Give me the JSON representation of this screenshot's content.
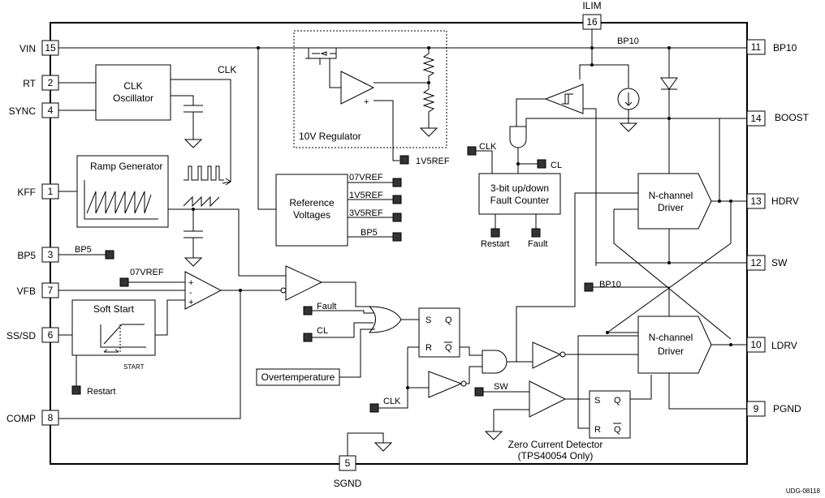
{
  "pins": {
    "vin": {
      "num": "15",
      "label": "VIN"
    },
    "rt": {
      "num": "2",
      "label": "RT"
    },
    "sync": {
      "num": "4",
      "label": "SYNC"
    },
    "kff": {
      "num": "1",
      "label": "KFF"
    },
    "bp5": {
      "num": "3",
      "label": "BP5"
    },
    "vfb": {
      "num": "7",
      "label": "VFB"
    },
    "ss_sd": {
      "num": "6",
      "label": "SS/SD"
    },
    "comp": {
      "num": "8",
      "label": "COMP"
    },
    "sgnd": {
      "num": "5",
      "label": "SGND"
    },
    "ilim": {
      "num": "16",
      "label": "ILIM"
    },
    "bp10": {
      "num": "11",
      "label": "BP10"
    },
    "boost": {
      "num": "14",
      "label": "BOOST"
    },
    "hdrv": {
      "num": "13",
      "label": "HDRV"
    },
    "sw": {
      "num": "12",
      "label": "SW"
    },
    "ldrv": {
      "num": "10",
      "label": "LDRV"
    },
    "pgnd": {
      "num": "9",
      "label": "PGND"
    }
  },
  "blocks": {
    "clk_osc": {
      "line1": "CLK",
      "line2": "Oscillator"
    },
    "ramp_gen": "Ramp Generator",
    "soft_start": "Soft Start",
    "start": "START",
    "regulator": "10V Regulator",
    "ref_volt": {
      "line1": "Reference",
      "line2": "Voltages"
    },
    "fault_counter": {
      "line1": "3-bit up/down",
      "line2": "Fault Counter"
    },
    "hs_driver": {
      "line1": "N-channel",
      "line2": "Driver"
    },
    "ls_driver": {
      "line1": "N-channel",
      "line2": "Driver"
    },
    "overtemp": "Overtemperature",
    "zcd": {
      "line1": "Zero Current Detector",
      "line2": "(TPS40054 Only)"
    }
  },
  "signals": {
    "clk_top": "CLK",
    "bp10_top": "BP10",
    "v07ref": "07VREF",
    "v1v5ref": "1V5REF",
    "v3v5ref": "3V5REF",
    "bp5_ref": "BP5",
    "v1v5ref_reg": "1V5REF",
    "clk_counter": "CLK",
    "cl_counter": "CL",
    "restart_counter": "Restart",
    "fault_counter_out": "Fault",
    "bp5_pin": "BP5",
    "v07ref_in": "07VREF",
    "fault_in": "Fault",
    "cl_in": "CL",
    "restart_ss": "Restart",
    "clk_bottom": "CLK",
    "sw_in": "SW",
    "bp10_ls": "BP10",
    "plus": "+",
    "minus": "-",
    "s": "S",
    "q": "Q",
    "r": "R",
    "qbar": "Q"
  },
  "doc_id": "UDG-08118"
}
